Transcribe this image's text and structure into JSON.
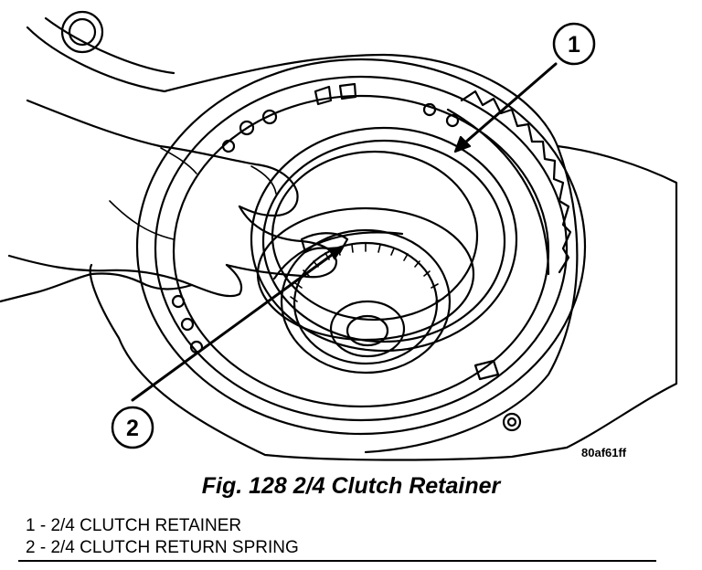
{
  "figure": {
    "image_id": "80af61ff",
    "caption": "Fig. 128 2/4 Clutch Retainer",
    "callouts": [
      {
        "number": "1",
        "label": "2/4 CLUTCH RETAINER"
      },
      {
        "number": "2",
        "label": "2/4 CLUTCH RETURN SPRING"
      }
    ],
    "legend": [
      "1 - 2/4 CLUTCH RETAINER",
      "2 - 2/4 CLUTCH RETURN SPRING"
    ]
  }
}
